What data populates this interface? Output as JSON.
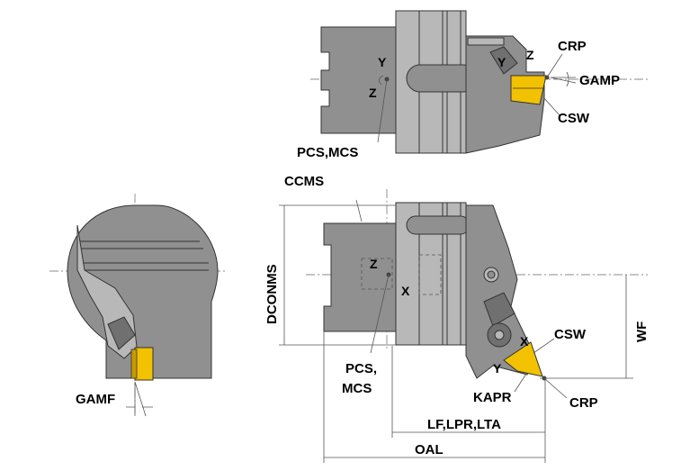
{
  "labels": {
    "crp_top": "CRP",
    "gamp": "GAMP",
    "csw_top": "CSW",
    "pcs_mcs_top": "PCS,MCS",
    "ccms": "CCMS",
    "dconms": "DCONMS",
    "wf": "WF",
    "csw_bottom": "CSW",
    "kapr": "KAPR",
    "crp_bottom": "CRP",
    "pcs_bottom_1": "PCS,",
    "pcs_bottom_2": "MCS",
    "lf_lpr_lta": "LF,LPR,LTA",
    "oal": "OAL",
    "gamf": "GAMF",
    "axis_y_top": "Y",
    "axis_z_top": "Z",
    "axis_y_insert_top": "Y",
    "axis_z_insert_top": "Z",
    "axis_z_front": "Z",
    "axis_x_front": "X",
    "axis_x_insert": "X",
    "axis_y_insert": "Y"
  },
  "colors": {
    "body": "#909090",
    "insert": "#f2c200"
  }
}
